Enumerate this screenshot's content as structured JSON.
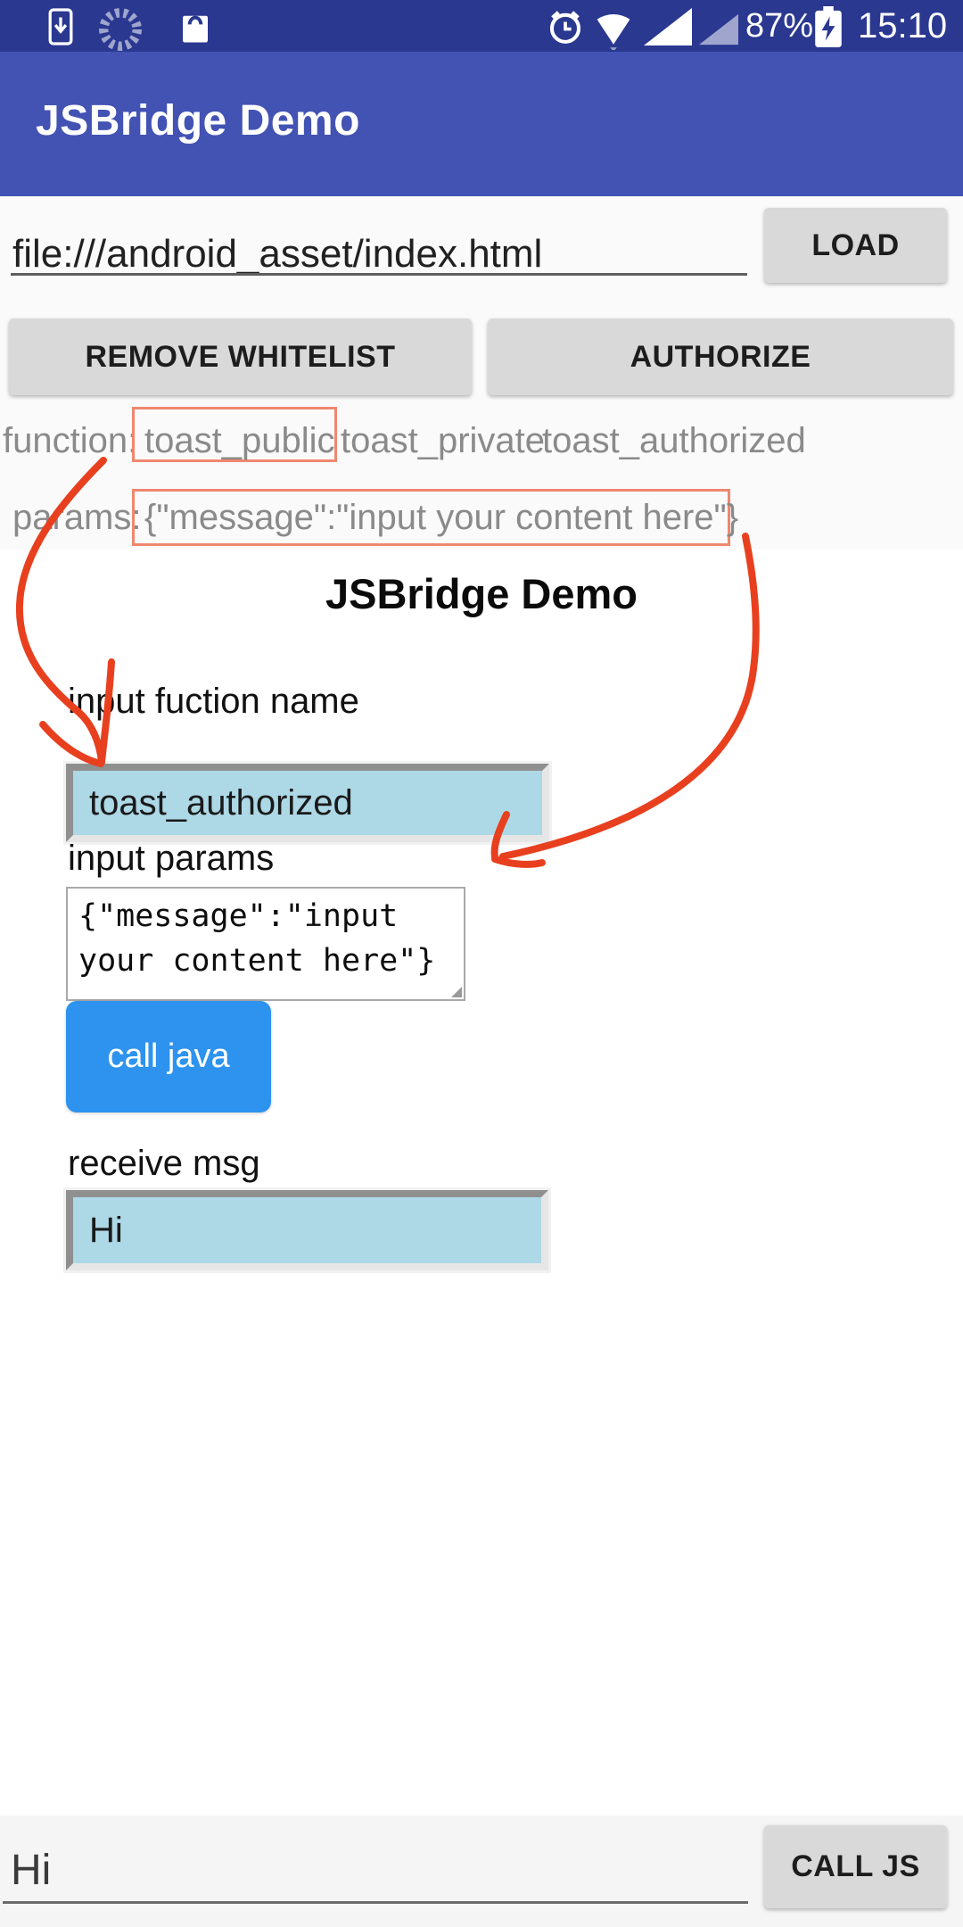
{
  "colors": {
    "status_bar_bg": "#2A3890",
    "app_bar_bg": "#4353B4",
    "native_panel_bg": "#FAFAFA",
    "gray_button_bg": "#D9D9D9",
    "annotation_arrow_red": "#E8401F",
    "annotation_box_red": "#F0876E",
    "webview_input_bg": "#ADD8E6",
    "call_java_button_bg": "#2D93EE",
    "bottom_bar_bg": "#F5F5F5"
  },
  "status_bar": {
    "time": "15:10",
    "battery_percent": "87%",
    "icons": [
      "phone-download-icon",
      "spinner-icon",
      "shopping-bag-icon",
      "alarm-icon",
      "wifi-icon",
      "signal-icon",
      "signal-secondary-icon",
      "battery-charging-icon"
    ]
  },
  "app_bar": {
    "title": "JSBridge Demo"
  },
  "native_panel": {
    "url_input": {
      "value": "file:///android_asset/index.html"
    },
    "load_button": "LOAD",
    "remove_whitelist_button": "REMOVE WHITELIST",
    "authorize_button": "AUTHORIZE",
    "function_row": {
      "label": "function:",
      "options": [
        "toast_public",
        "toast_private",
        "toast_authorized"
      ],
      "highlighted_option": "toast_public"
    },
    "params_row": {
      "label": "params:",
      "highlighted_value": "{\"message\":\"input your content here\"}"
    }
  },
  "webview": {
    "heading": "JSBridge Demo",
    "function_name_label": "input fuction name",
    "function_name_value": "toast_authorized",
    "params_label": "input params",
    "params_value": "{\"message\":\"input\nyour content here\"}",
    "call_java_button": "call java",
    "receive_msg_label": "receive msg",
    "receive_msg_value": "Hi"
  },
  "bottom_bar": {
    "message_input": {
      "value": "Hi"
    },
    "call_js_button": "CALL JS"
  }
}
